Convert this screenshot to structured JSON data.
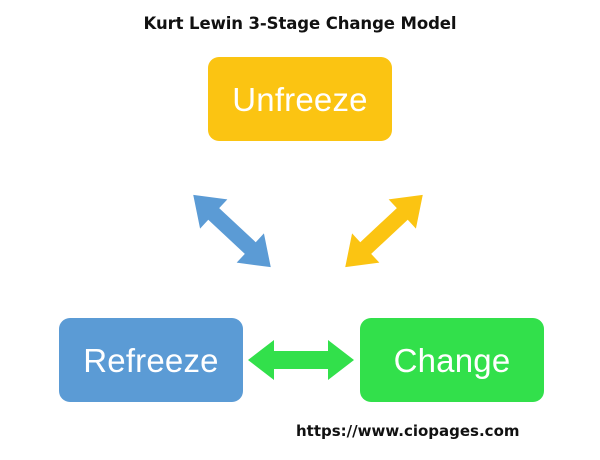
{
  "diagram": {
    "title": "Kurt Lewin 3-Stage Change Model",
    "footer_url": "https://www.ciopages.com",
    "background_color": "#FFFFFF",
    "title_color": "#111111",
    "stages": [
      {
        "id": "unfreeze",
        "label": "Unfreeze",
        "color": "#FBC412",
        "text_color": "#FFFFFF",
        "position": "top-center"
      },
      {
        "id": "refreeze",
        "label": "Refreeze",
        "color": "#5B9BD5",
        "text_color": "#FFFFFF",
        "position": "bottom-left"
      },
      {
        "id": "change",
        "label": "Change",
        "color": "#32E04B",
        "text_color": "#FFFFFF",
        "position": "bottom-right"
      }
    ],
    "connectors": [
      {
        "id": "refreeze-unfreeze",
        "icon": "double-headed-arrow-diagonal-up-right",
        "color": "#5B9BD5",
        "from": "Refreeze",
        "to": "Unfreeze"
      },
      {
        "id": "unfreeze-change",
        "icon": "double-headed-arrow-diagonal-down-right",
        "color": "#FBC412",
        "from": "Unfreeze",
        "to": "Change"
      },
      {
        "id": "refreeze-change",
        "icon": "double-headed-arrow-horizontal",
        "color": "#32E04B",
        "from": "Refreeze",
        "to": "Change"
      }
    ]
  }
}
